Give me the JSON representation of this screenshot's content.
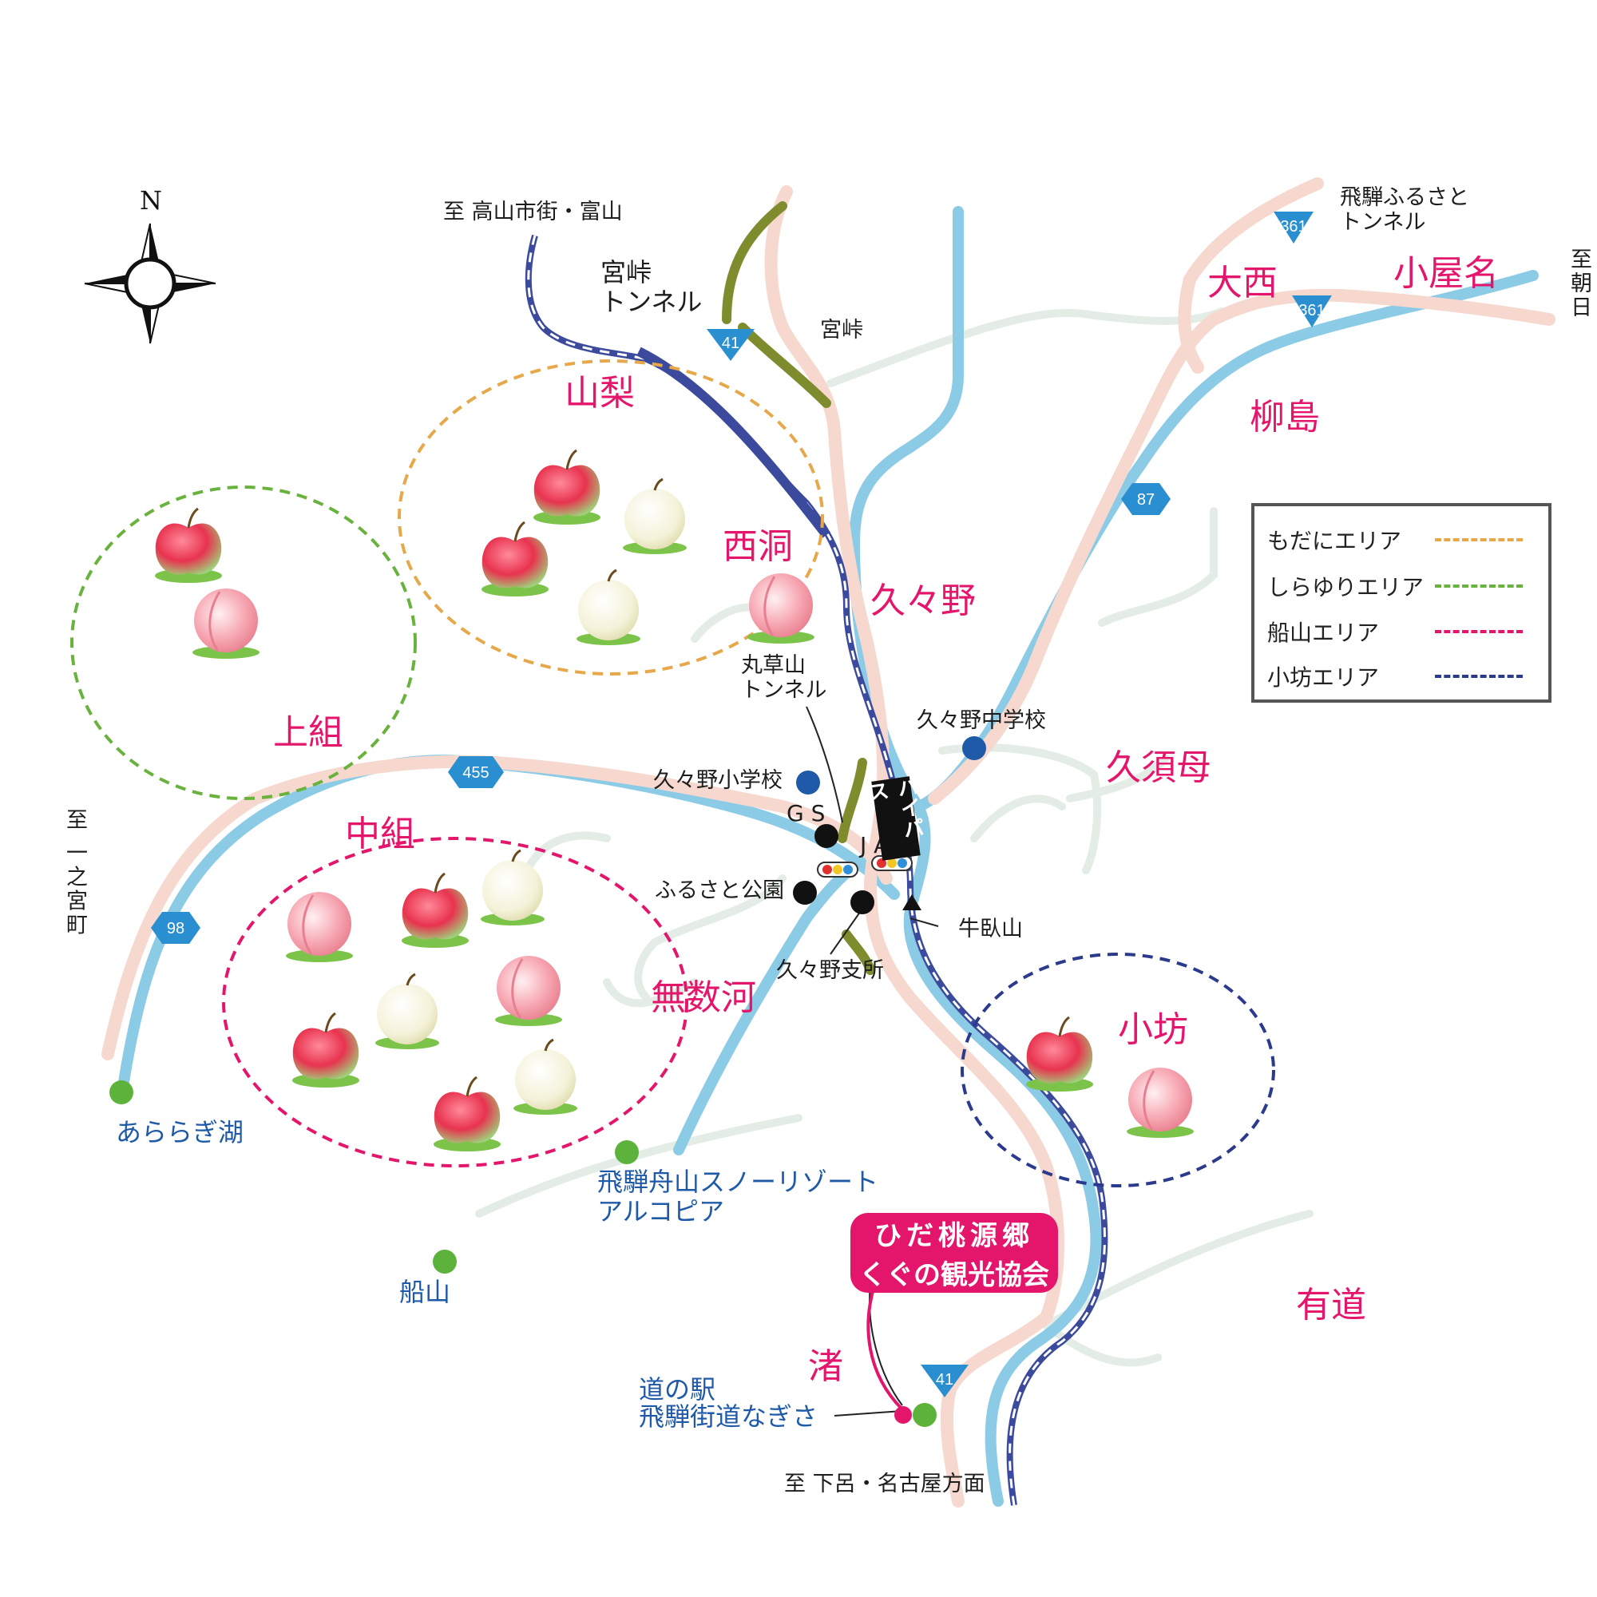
{
  "directions": {
    "takayama": "至 高山市街・富山",
    "asahi": "至朝日",
    "ichinomiya": "至 一之宮町",
    "gero": "至 下呂・名古屋方面"
  },
  "tunnels": {
    "miyatoge": "宮峠\nトンネル",
    "maruzoyama": "丸草山\nトンネル",
    "hida_furusato": "飛騨ふるさと\nトンネル"
  },
  "places": {
    "miyatoge": "宮峠",
    "kuguno_junior_high": "久々野中学校",
    "kuguno_elementary": "久々野小学校",
    "gs": "G S",
    "ja": "J A",
    "furusato_park": "ふるさと公園",
    "ushifuseyama": "牛臥山",
    "kuguno_branch": "久々野支所",
    "bypass": "バイパス"
  },
  "areas": {
    "yamanashi": "山梨",
    "nishibora": "西洞",
    "kuguno": "久々野",
    "kamigumi": "上組",
    "nakagumi": "中組",
    "muzuko": "無数河",
    "kosuba": "久須母",
    "obo": "小坊",
    "onishi": "大西",
    "koyana": "小屋名",
    "yanagishima": "柳島",
    "nagisa": "渚",
    "arimichi": "有道"
  },
  "spots": {
    "araragi": "あららぎ湖",
    "funayama_resort": "飛騨舟山スノーリゾート\nアルコピア",
    "funayama": "船山",
    "michinoeki": "道の駅\n飛騨街道なぎさ"
  },
  "routes": {
    "r41_north": "41",
    "r41_south": "41",
    "r361_a": "361",
    "r361_b": "361",
    "r87": "87",
    "r455": "455",
    "r98": "98"
  },
  "legend": [
    {
      "label": "もだにエリア",
      "color": "#e6a84a"
    },
    {
      "label": "しらゆりエリア",
      "color": "#6ab23e"
    },
    {
      "label": "船山エリア",
      "color": "#e4166b"
    },
    {
      "label": "小坊エリア",
      "color": "#2b3a8c"
    }
  ],
  "tourism_association": {
    "line1": "ひだ桃源郷",
    "line2": "くぐの観光協会"
  },
  "compass": {
    "north": "N"
  },
  "colors": {
    "area_name": "#e4166b",
    "river": "#8ccbe6",
    "road_main": "#f6d8cf",
    "rail": "#3b4a9c",
    "route_national": "#2a8fd1",
    "spot_marker": "#5db23b"
  },
  "icons": [
    "apple-icon",
    "peach-icon",
    "pear-icon",
    "traffic-light-icon",
    "compass-rose-icon",
    "mountain-icon"
  ]
}
